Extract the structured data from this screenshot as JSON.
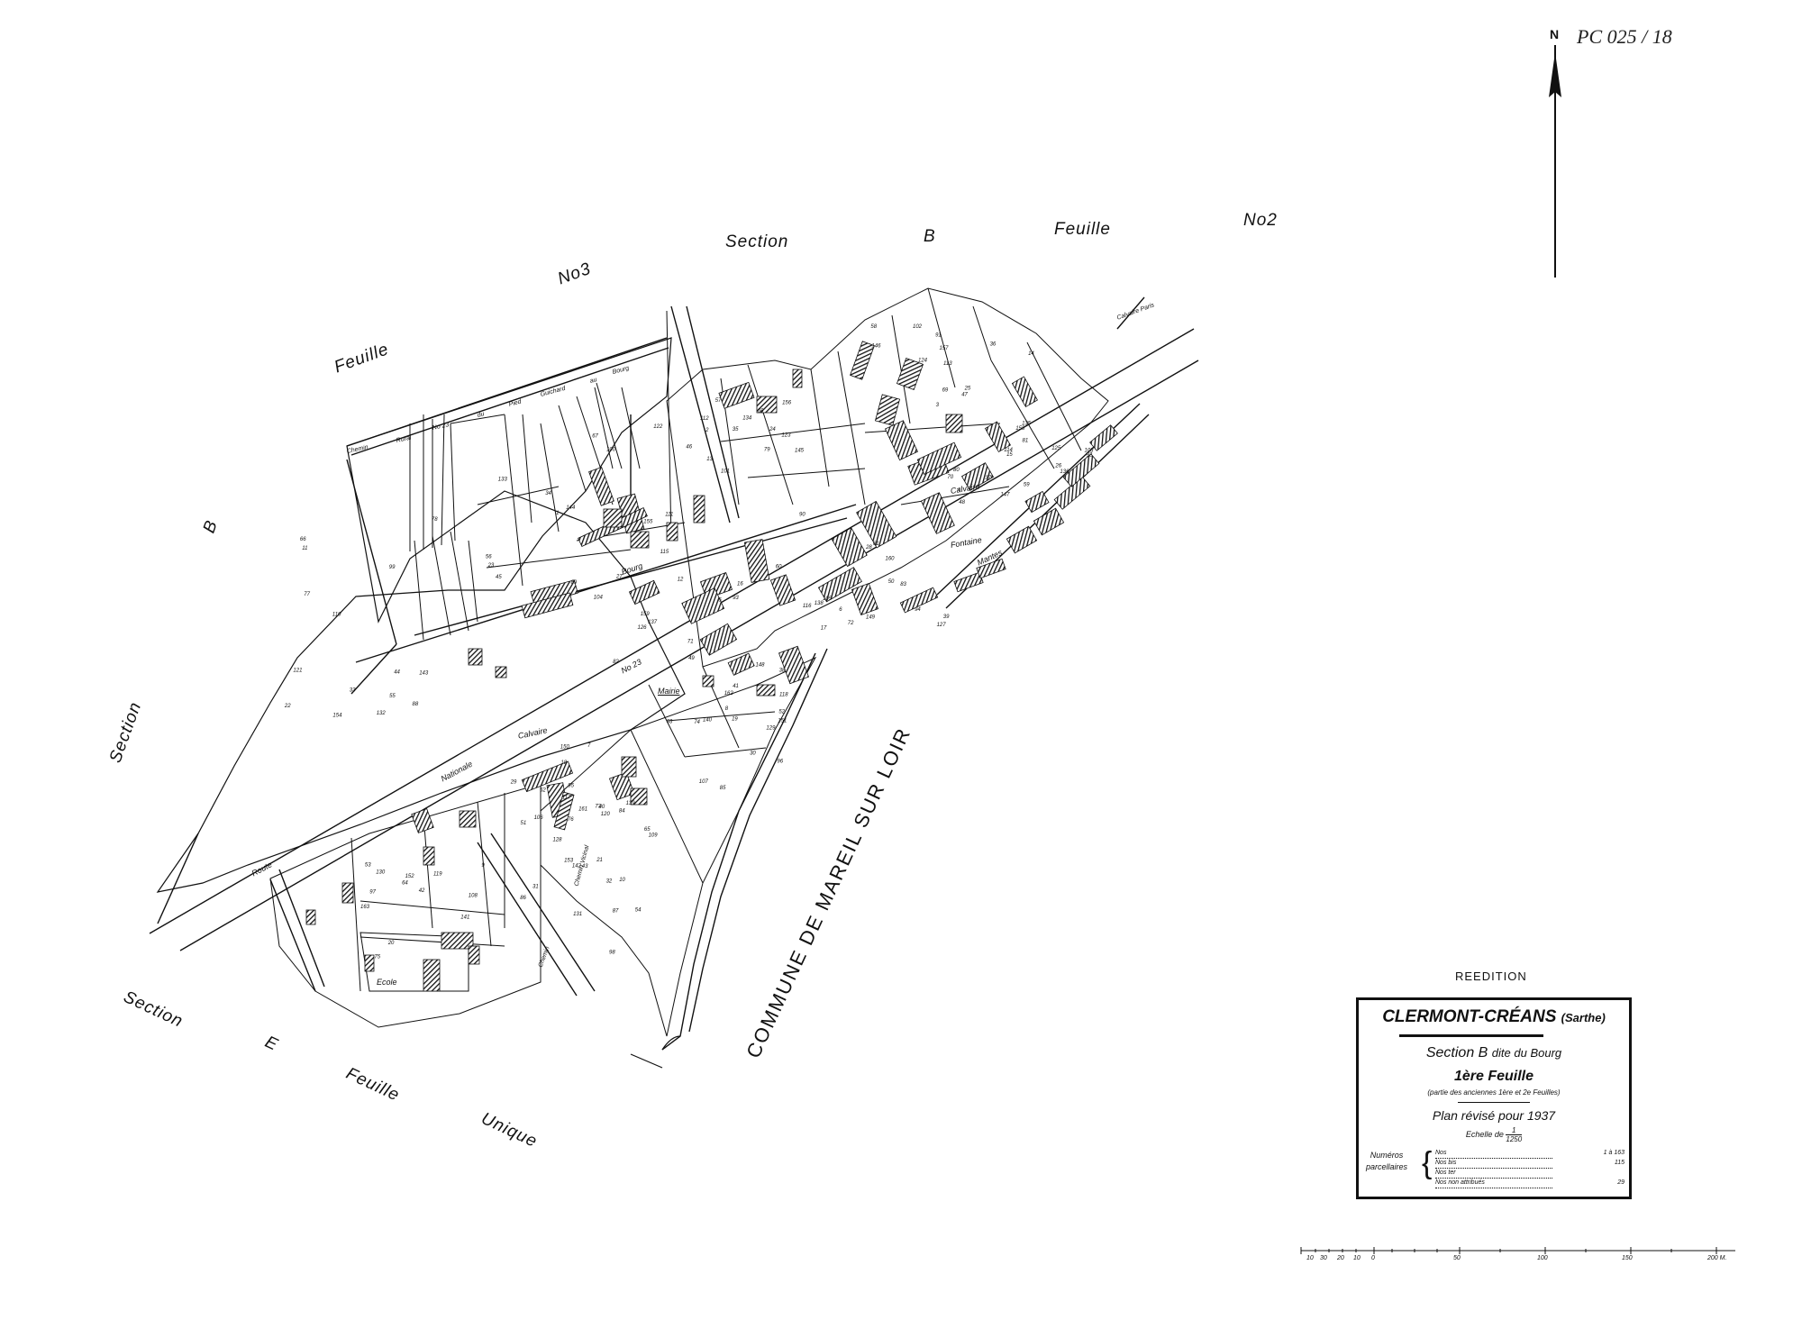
{
  "handwritten_ref": "PC 025 / 18",
  "north_label": "N",
  "reedition": "REEDITION",
  "title_block": {
    "commune": "CLERMONT-CRÉANS",
    "department": "(Sarthe)",
    "section": "Section B",
    "section_name": "dite du Bourg",
    "sheet": "1ère Feuille",
    "sheet_note": "(partie des anciennes 1ère et 2e Feuilles)",
    "revision": "Plan révisé pour",
    "year": "1937",
    "scale_label": "Echelle de",
    "scale_num": "1",
    "scale_den": "1250",
    "legend_title_1": "Numéros",
    "legend_title_2": "parcellaires",
    "legend": [
      {
        "label": "Nos",
        "value": "1 à 163"
      },
      {
        "label": "Nos bis",
        "value": "115"
      },
      {
        "label": "Nos ter",
        "value": ""
      },
      {
        "label": "Nos non attribués",
        "value": "29"
      }
    ]
  },
  "scale_bar": {
    "ticks": [
      "10",
      "30",
      "20",
      "10",
      "0",
      "50",
      "100",
      "150",
      "200 M."
    ]
  },
  "labels": {
    "section_b_feuille_2": [
      "Section",
      "B",
      "Feuille",
      "No2"
    ],
    "feuille_3": [
      "No3",
      "Feuille"
    ],
    "section_b_west": [
      "B",
      "Section"
    ],
    "section_e": [
      "Section",
      "E",
      "Feuille",
      "Unique"
    ],
    "commune_mareil": "COMMUNE DE MAREIL SUR LOIR",
    "route_nationale": [
      "Route",
      "Nationale",
      "No 23"
    ],
    "chemin_rural": [
      "Chemin",
      "Rural",
      "No 23",
      "du",
      "Pied",
      "Guichard",
      "au",
      "Bourg"
    ],
    "bourg": "Bourg",
    "mairie": "Mairie",
    "calvaire": "Calvaire",
    "calvaire_2": "Calvaire",
    "calvaire_paris": "Calvaire Paris",
    "fontaine": "Fontaine",
    "mantes": "Mantes",
    "ecole": "Ecole",
    "chemin": "Chemin",
    "chemin_vicinal": "Chemin Vicinal"
  },
  "parcels": [
    "1",
    "2",
    "3",
    "4",
    "5",
    "6",
    "7",
    "8",
    "9",
    "10",
    "11",
    "12",
    "13",
    "14",
    "15",
    "16",
    "17",
    "18",
    "19",
    "20",
    "21",
    "22",
    "23",
    "24",
    "25",
    "26",
    "27",
    "28",
    "29",
    "30",
    "31",
    "32",
    "33",
    "34",
    "35",
    "36",
    "37",
    "38",
    "39",
    "40",
    "41",
    "42",
    "43",
    "44",
    "45",
    "46",
    "47",
    "48",
    "49",
    "50",
    "51",
    "52",
    "53",
    "54",
    "55",
    "56",
    "57",
    "58",
    "59",
    "60",
    "61",
    "62",
    "63",
    "64",
    "65",
    "66",
    "67",
    "68",
    "69",
    "70",
    "71",
    "72",
    "73",
    "74",
    "75",
    "76",
    "77",
    "78",
    "79",
    "80",
    "81",
    "82",
    "83",
    "84",
    "85",
    "86",
    "87",
    "88",
    "89",
    "90",
    "91",
    "92",
    "93",
    "94",
    "95",
    "96",
    "97",
    "98",
    "99",
    "100",
    "101",
    "102",
    "103",
    "104",
    "105",
    "106",
    "107",
    "108",
    "109",
    "110",
    "111",
    "112",
    "113",
    "114",
    "115",
    "116",
    "117",
    "118",
    "119",
    "120",
    "121",
    "122",
    "123",
    "124",
    "125",
    "126",
    "127",
    "128",
    "129",
    "130",
    "131",
    "132",
    "133",
    "134",
    "135",
    "136",
    "137",
    "138",
    "139",
    "140",
    "141",
    "142",
    "143",
    "144",
    "145",
    "146",
    "147",
    "148",
    "149",
    "150",
    "151",
    "152",
    "153",
    "154",
    "155",
    "156",
    "157",
    "158",
    "159",
    "160",
    "161",
    "162",
    "163"
  ]
}
